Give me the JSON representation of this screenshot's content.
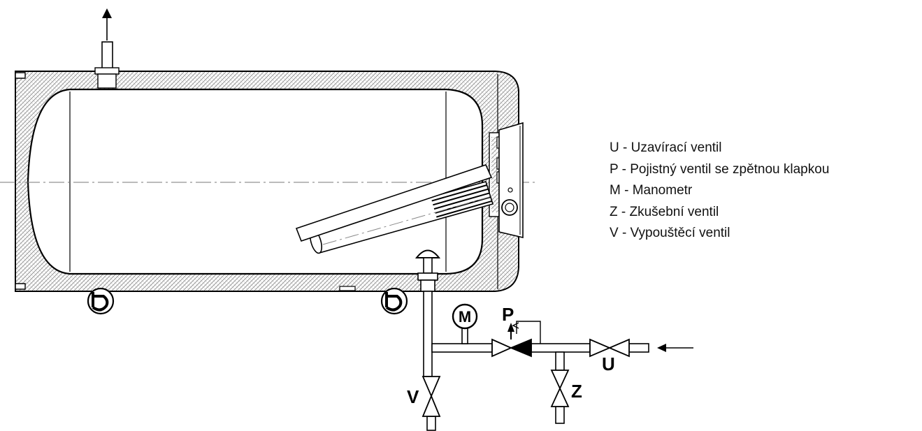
{
  "labels": {
    "gauge": "M",
    "safety_valve": "P",
    "shutoff_valve": "U",
    "test_valve": "Z",
    "drain_valve": "V"
  },
  "legend": [
    "U - Uzavírací ventil",
    "P - Pojistný ventil se zpětnou klapkou",
    "M - Manometr",
    "Z - Zkušební ventil",
    "V - Vypouštěcí ventil"
  ]
}
